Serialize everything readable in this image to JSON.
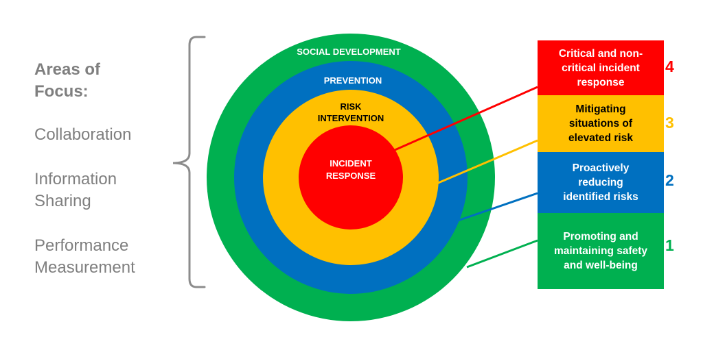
{
  "areas": {
    "title_line1": "Areas of",
    "title_line2": "Focus:",
    "items": [
      {
        "line1": "Collaboration",
        "line2": ""
      },
      {
        "line1": "Information",
        "line2": "Sharing"
      },
      {
        "line1": "Performance",
        "line2": "Measurement"
      }
    ]
  },
  "rings": {
    "social": {
      "label": "SOCIAL DEVELOPMENT",
      "color": "#00b050"
    },
    "prevention": {
      "label": "PREVENTION",
      "color": "#0070c0"
    },
    "risk": {
      "line1": "RISK",
      "line2": "INTERVENTION",
      "color": "#ffc000"
    },
    "incident": {
      "line1": "INCIDENT",
      "line2": "RESPONSE",
      "color": "#ff0000"
    }
  },
  "levels": [
    {
      "number": "4",
      "line1": "Critical and non-",
      "line2": "critical incident",
      "line3": "response",
      "color": "#ff0000",
      "text_color": "#ffffff"
    },
    {
      "number": "3",
      "line1": "Mitigating",
      "line2": "situations of",
      "line3": "elevated risk",
      "color": "#ffc000",
      "text_color": "#000000"
    },
    {
      "number": "2",
      "line1": "Proactively",
      "line2": "reducing",
      "line3": "identified risks",
      "color": "#0070c0",
      "text_color": "#ffffff"
    },
    {
      "number": "1",
      "line1": "Promoting and",
      "line2": "maintaining safety",
      "line3": "and well-being",
      "color": "#00b050",
      "text_color": "#ffffff"
    }
  ],
  "colors": {
    "bracket": "#7f7f7f",
    "heading": "#7f7f7f"
  }
}
